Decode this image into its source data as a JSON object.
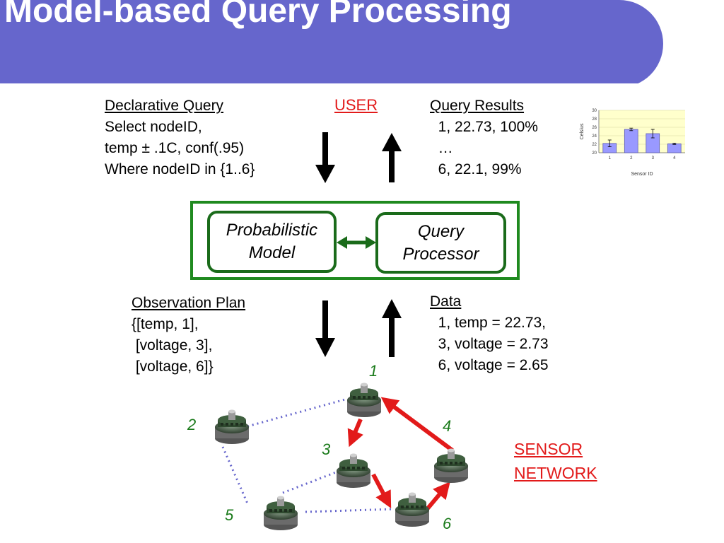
{
  "title": "Model-based Query Processing",
  "user_label": "USER",
  "declarative_query": {
    "heading": "Declarative Query",
    "lines": [
      "Select nodeID,",
      "temp ± .1C, conf(.95)",
      "Where nodeID in {1..6}"
    ]
  },
  "query_results": {
    "heading": "Query Results",
    "lines": [
      "  1, 22.73, 100%",
      "  …",
      "  6, 22.1, 99%"
    ]
  },
  "model_box": {
    "probabilistic_model": [
      "Probabilistic",
      "Model"
    ],
    "query_processor": [
      "Query",
      "Processor"
    ]
  },
  "observation_plan": {
    "heading": "Observation Plan",
    "lines": [
      "{[temp, 1],",
      " [voltage, 3],",
      " [voltage, 6]}"
    ]
  },
  "data_block": {
    "heading": "Data",
    "lines": [
      "  1, temp = 22.73,",
      "  3, voltage = 2.73",
      "  6, voltage = 2.65"
    ]
  },
  "sensor_network_label": [
    "SENSOR",
    "NETWORK"
  ],
  "node_labels": [
    "1",
    "2",
    "3",
    "4",
    "5",
    "6"
  ],
  "colors": {
    "title_band": "#6666cc",
    "box_green": "#1f8a1f",
    "label_red": "#e21a1a",
    "node_number_green": "#1a7a1a",
    "route_red": "#e21a1a",
    "link_blue": "#6666cc"
  },
  "chart_data": {
    "type": "bar",
    "categories": [
      "1",
      "2",
      "3",
      "4"
    ],
    "values": [
      22.2,
      25.5,
      24.5,
      22.1
    ],
    "errors": [
      0.8,
      0.3,
      1.0,
      0.15
    ],
    "xlabel": "Sensor ID",
    "ylabel": "Celsius",
    "ylim": [
      20,
      30
    ],
    "yticks": [
      "20",
      "22",
      "24",
      "26",
      "28",
      "30"
    ],
    "grid": true
  }
}
